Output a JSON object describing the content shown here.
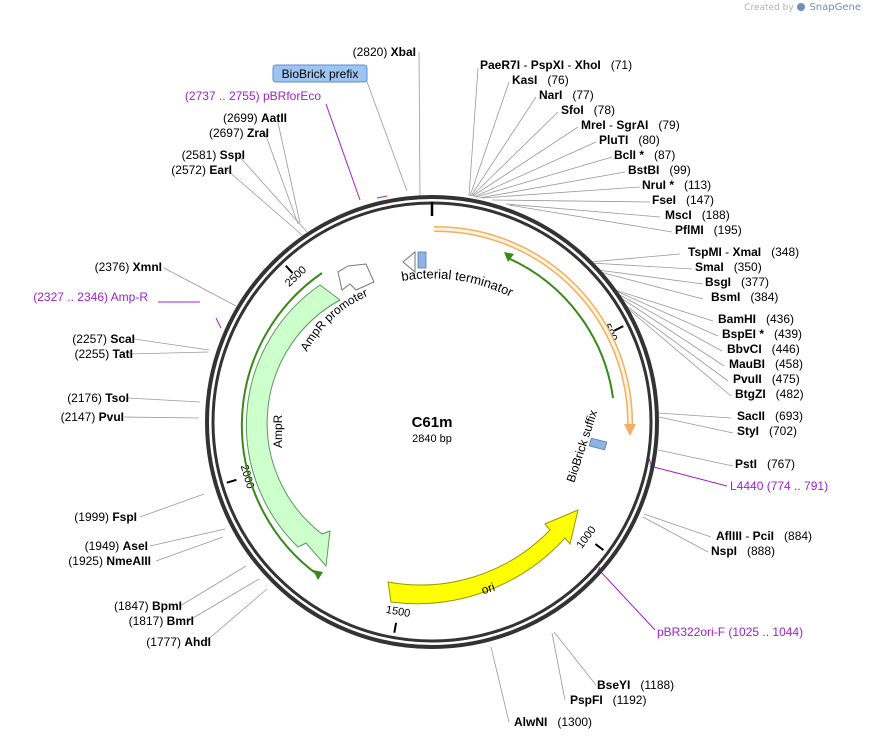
{
  "header": {
    "created_by": "Created by",
    "brand": "SnapGene"
  },
  "plasmid": {
    "name": "C61m",
    "size_label": "2840 bp",
    "length": 2840
  },
  "ticks": [
    {
      "pos": 500,
      "label": "500"
    },
    {
      "pos": 1000,
      "label": "1000"
    },
    {
      "pos": 1500,
      "label": "1500"
    },
    {
      "pos": 2000,
      "label": "2000"
    },
    {
      "pos": 2500,
      "label": "2500"
    }
  ],
  "features": [
    {
      "name": "bacterial terminator",
      "color": "#8db3e2"
    },
    {
      "name": "BioBrick suffix",
      "color": "#8db3e2"
    },
    {
      "name": "ori",
      "color": "#ffff00"
    },
    {
      "name": "AmpR",
      "color": "#ccffcc"
    },
    {
      "name": "AmpR promoter",
      "color": "#ffffff"
    }
  ],
  "biobrick_prefix_label": "BioBrick prefix",
  "sites_right": [
    {
      "parts": [
        "PaeR7I",
        " - ",
        "PspXI",
        " - ",
        "XhoI"
      ],
      "pos": "(71)"
    },
    {
      "parts": [
        "KasI"
      ],
      "pos": "(76)"
    },
    {
      "parts": [
        "NarI"
      ],
      "pos": "(77)"
    },
    {
      "parts": [
        "SfoI"
      ],
      "pos": "(78)"
    },
    {
      "parts": [
        "MreI",
        " - ",
        "SgrAI"
      ],
      "pos": "(79)"
    },
    {
      "parts": [
        "PluTI"
      ],
      "pos": "(80)"
    },
    {
      "parts": [
        "BclI *"
      ],
      "pos": "(87)"
    },
    {
      "parts": [
        "BstBI"
      ],
      "pos": "(99)"
    },
    {
      "parts": [
        "NruI *"
      ],
      "pos": "(113)"
    },
    {
      "parts": [
        "FseI"
      ],
      "pos": "(147)"
    },
    {
      "parts": [
        "MscI"
      ],
      "pos": "(188)"
    },
    {
      "parts": [
        "PflMI"
      ],
      "pos": "(195)"
    },
    {
      "parts": [
        "TspMI",
        " - ",
        "XmaI"
      ],
      "pos": "(348)"
    },
    {
      "parts": [
        "SmaI"
      ],
      "pos": "(350)"
    },
    {
      "parts": [
        "BsgI"
      ],
      "pos": "(377)"
    },
    {
      "parts": [
        "BsmI"
      ],
      "pos": "(384)"
    },
    {
      "parts": [
        "BamHI"
      ],
      "pos": "(436)"
    },
    {
      "parts": [
        "BspEI *"
      ],
      "pos": "(439)"
    },
    {
      "parts": [
        "BbvCI"
      ],
      "pos": "(446)"
    },
    {
      "parts": [
        "MauBI"
      ],
      "pos": "(458)"
    },
    {
      "parts": [
        "PvuII"
      ],
      "pos": "(475)"
    },
    {
      "parts": [
        "BtgZI"
      ],
      "pos": "(482)"
    },
    {
      "parts": [
        "SacII"
      ],
      "pos": "(693)"
    },
    {
      "parts": [
        "StyI"
      ],
      "pos": "(702)"
    },
    {
      "parts": [
        "PstI"
      ],
      "pos": "(767)"
    },
    {
      "parts": [
        "AflIII",
        " - ",
        "PciI"
      ],
      "pos": "(884)"
    },
    {
      "parts": [
        "NspI"
      ],
      "pos": "(888)"
    },
    {
      "parts": [
        "BseYI"
      ],
      "pos": "(1188)"
    },
    {
      "parts": [
        "PspFI"
      ],
      "pos": "(1192)"
    },
    {
      "parts": [
        "AlwNI"
      ],
      "pos": "(1300)"
    }
  ],
  "sites_left": [
    {
      "name": "XbaI",
      "pos": "(2820)"
    },
    {
      "name": "AatII",
      "pos": "(2699)"
    },
    {
      "name": "ZraI",
      "pos": "(2697)"
    },
    {
      "name": "SspI",
      "pos": "(2581)"
    },
    {
      "name": "EarI",
      "pos": "(2572)"
    },
    {
      "name": "XmnI",
      "pos": "(2376)"
    },
    {
      "name": "ScaI",
      "pos": "(2257)"
    },
    {
      "name": "TatI",
      "pos": "(2255)"
    },
    {
      "name": "TsoI",
      "pos": "(2176)"
    },
    {
      "name": "PvuI",
      "pos": "(2147)"
    },
    {
      "name": "FspI",
      "pos": "(1999)"
    },
    {
      "name": "AseI",
      "pos": "(1949)"
    },
    {
      "name": "NmeAIII",
      "pos": "(1925)"
    },
    {
      "name": "BpmI",
      "pos": "(1847)"
    },
    {
      "name": "BmrI",
      "pos": "(1817)"
    },
    {
      "name": "AhdI",
      "pos": "(1777)"
    }
  ],
  "primers": [
    {
      "name": "pBRforEco",
      "range": "(2737 .. 2755)"
    },
    {
      "name": "Amp-R",
      "range": "(2327 .. 2346)"
    },
    {
      "name": "L4440",
      "range": "(774 .. 791)"
    },
    {
      "name": "pBR322ori-F",
      "range": "(1025 .. 1044)"
    }
  ],
  "colors": {
    "backbone": "#333333",
    "leader": "#999999",
    "primer": "#a020d0",
    "orf_border": "#3a8a1a",
    "orf_arrow": "#f0b060",
    "feature_blue": "#8db3e2",
    "ori": "#ffff00",
    "ampr": "#ccffcc"
  }
}
